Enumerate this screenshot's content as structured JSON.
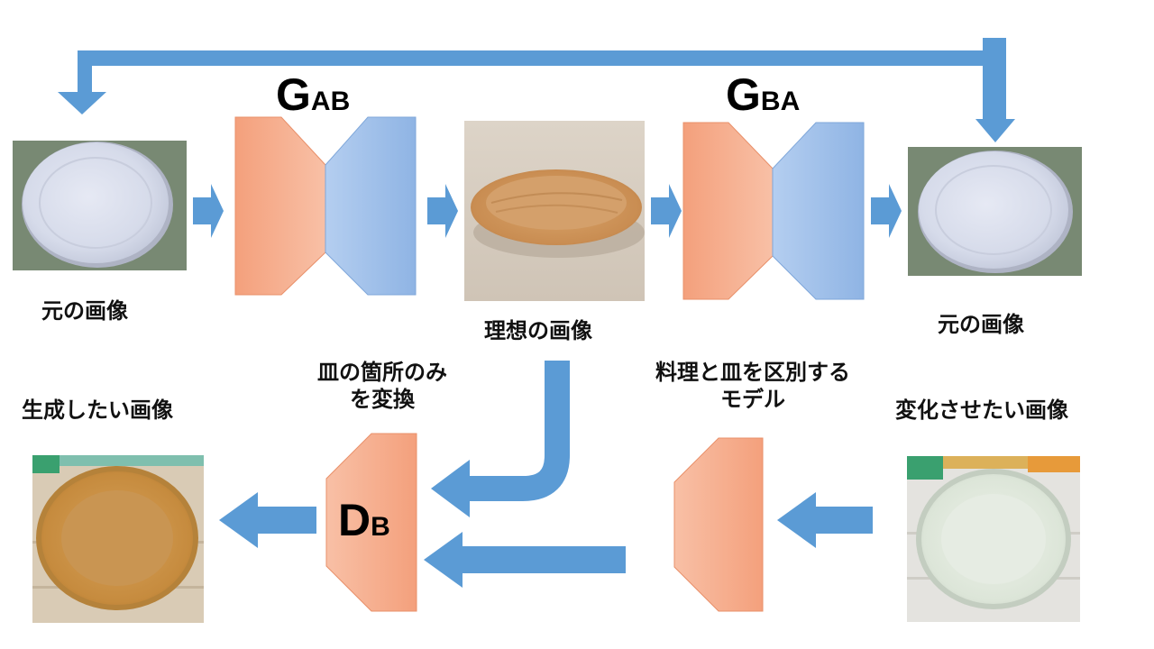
{
  "generators": {
    "g_ab": {
      "main": "G",
      "sub": "AB"
    },
    "g_ba": {
      "main": "G",
      "sub": "BA"
    },
    "d_b": {
      "main": "D",
      "sub": "B"
    }
  },
  "labels": {
    "original_left": "元の画像",
    "ideal": "理想の画像",
    "original_right": "元の画像",
    "transform_line1": "皿の箇所のみ",
    "transform_line2": "を変換",
    "model_line1": "料理と皿を区別する",
    "model_line2": "モデル",
    "generate_target": "生成したい画像",
    "change_target": "変化させたい画像"
  },
  "colors": {
    "arrow": "#5b9bd5",
    "encoder": "#f4a582",
    "decoder": "#9ec0e6"
  }
}
